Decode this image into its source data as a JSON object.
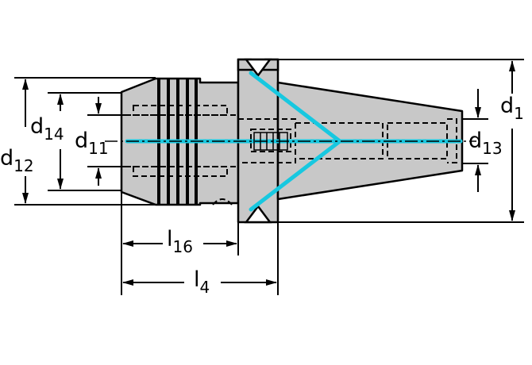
{
  "colors": {
    "body": "#c8c8c8",
    "outline": "#000000",
    "coolant": "#17c8e0",
    "background": "#ffffff"
  },
  "dimensions": [
    {
      "key": "d1",
      "letter": "d",
      "sub": "1"
    },
    {
      "key": "d11",
      "letter": "d",
      "sub": "11"
    },
    {
      "key": "d12",
      "letter": "d",
      "sub": "12"
    },
    {
      "key": "d13",
      "letter": "d",
      "sub": "13"
    },
    {
      "key": "d14",
      "letter": "d",
      "sub": "14"
    },
    {
      "key": "l16",
      "letter": "l",
      "sub": "16"
    },
    {
      "key": "l4",
      "letter": "l",
      "sub": "4"
    }
  ]
}
